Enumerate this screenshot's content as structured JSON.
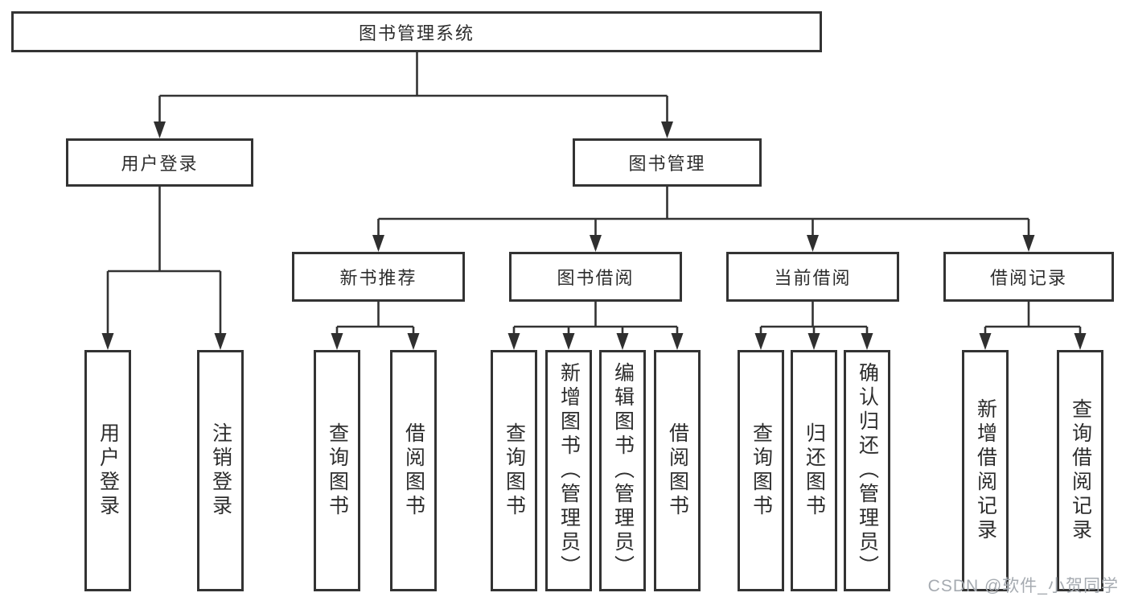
{
  "diagram": {
    "root": {
      "label": "图书管理系统"
    },
    "branches": [
      {
        "label": "用户登录",
        "leaves": [
          {
            "label": "用户登录"
          },
          {
            "label": "注销登录"
          }
        ]
      },
      {
        "label": "图书管理",
        "groups": [
          {
            "label": "新书推荐",
            "leaves": [
              {
                "label": "查询图书"
              },
              {
                "label": "借阅图书"
              }
            ]
          },
          {
            "label": "图书借阅",
            "leaves": [
              {
                "label": "查询图书"
              },
              {
                "label": "新增图书（管理员）"
              },
              {
                "label": "编辑图书（管理员）"
              },
              {
                "label": "借阅图书"
              }
            ]
          },
          {
            "label": "当前借阅",
            "leaves": [
              {
                "label": "查询图书"
              },
              {
                "label": "归还图书"
              },
              {
                "label": "确认归还（管理员）"
              }
            ]
          },
          {
            "label": "借阅记录",
            "leaves": [
              {
                "label": "新增借阅记录"
              },
              {
                "label": "查询借阅记录"
              }
            ]
          }
        ]
      }
    ]
  },
  "watermark": {
    "text": "CSDN @软件_小贺同学"
  },
  "colors": {
    "line": "#333333",
    "text": "#2d2d2d",
    "watermark": "#a6abb1",
    "background": "#ffffff"
  }
}
